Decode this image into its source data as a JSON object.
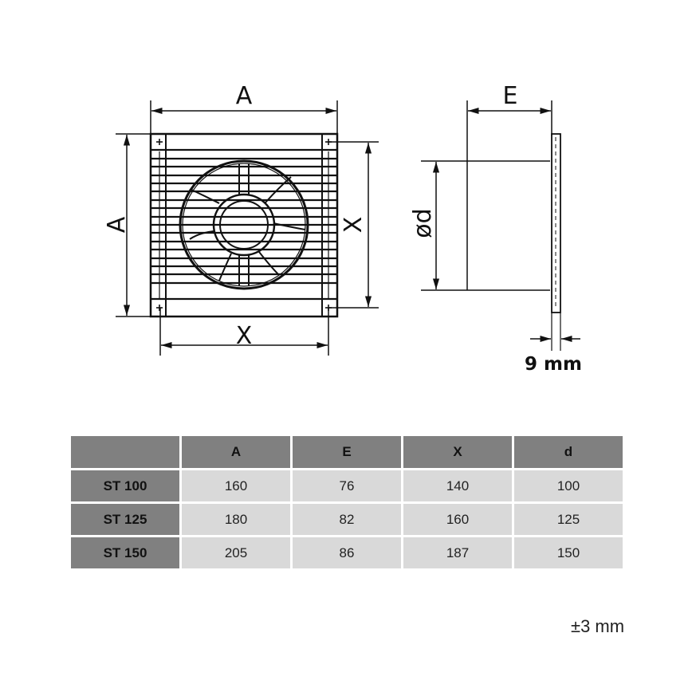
{
  "diagram": {
    "front_view": {
      "labels": {
        "top_width": "A",
        "left_height": "A",
        "right_height": "X",
        "bottom_width": "X"
      }
    },
    "side_view": {
      "labels": {
        "depth": "E",
        "diameter": "ød",
        "grille_thickness": "9 mm"
      }
    }
  },
  "table": {
    "headers": [
      "",
      "A",
      "E",
      "X",
      "d"
    ],
    "rows": [
      {
        "model": "ST 100",
        "A": "160",
        "E": "76",
        "X": "140",
        "d": "100"
      },
      {
        "model": "ST 125",
        "A": "180",
        "E": "82",
        "X": "160",
        "d": "125"
      },
      {
        "model": "ST 150",
        "A": "205",
        "E": "86",
        "X": "187",
        "d": "150"
      }
    ]
  },
  "tolerance": "±3 mm",
  "colors": {
    "header_bg": "#808080",
    "cell_bg": "#d9d9d9",
    "line": "#111111"
  }
}
